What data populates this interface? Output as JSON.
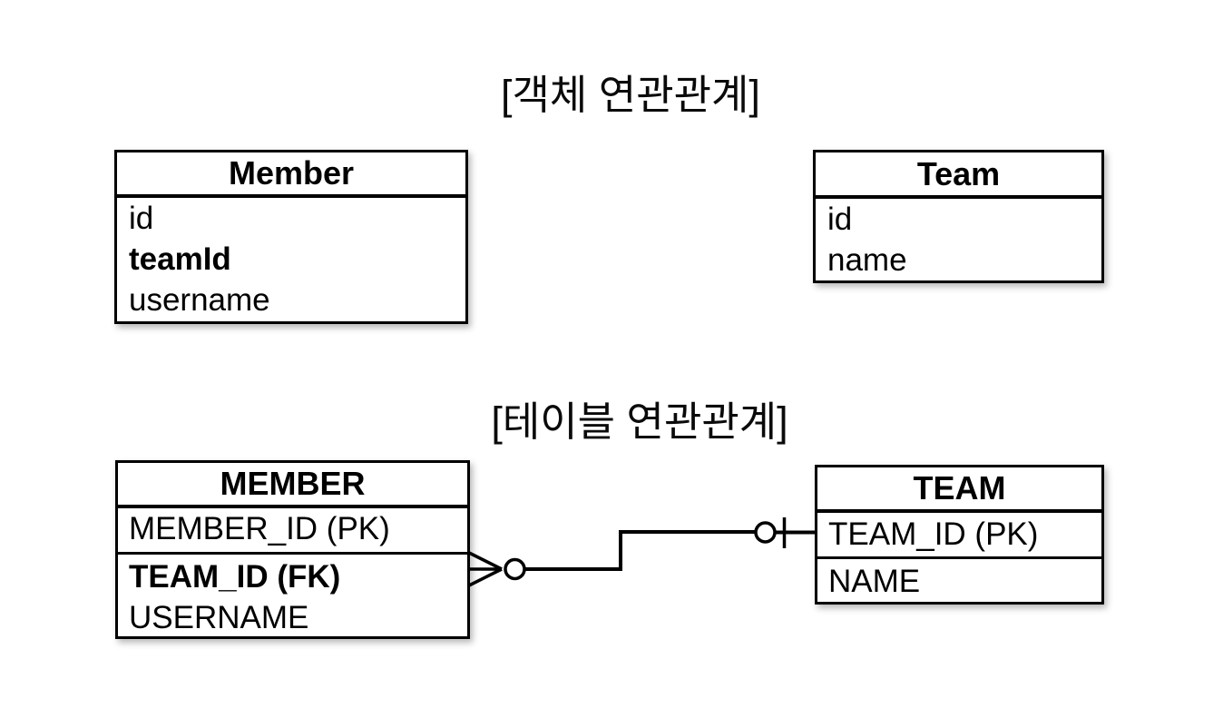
{
  "object_relation": {
    "title": "[객체 연관관계]",
    "member": {
      "name": "Member",
      "fields": [
        {
          "label": "id",
          "bold": false
        },
        {
          "label": "teamId",
          "bold": true
        },
        {
          "label": "username",
          "bold": false
        }
      ]
    },
    "team": {
      "name": "Team",
      "fields": [
        {
          "label": "id",
          "bold": false
        },
        {
          "label": "name",
          "bold": false
        }
      ]
    }
  },
  "table_relation": {
    "title": "[테이블 연관관계]",
    "member": {
      "name": "MEMBER",
      "sections": [
        {
          "rows": [
            {
              "label": "MEMBER_ID (PK)",
              "bold": false
            }
          ]
        },
        {
          "rows": [
            {
              "label": "TEAM_ID (FK)",
              "bold": true
            },
            {
              "label": "USERNAME",
              "bold": false
            }
          ]
        }
      ]
    },
    "team": {
      "name": "TEAM",
      "sections": [
        {
          "rows": [
            {
              "label": "TEAM_ID (PK)",
              "bold": false
            }
          ]
        },
        {
          "rows": [
            {
              "label": "NAME",
              "bold": false
            }
          ]
        }
      ]
    },
    "relationship": {
      "member_end": "zero-or-many",
      "team_end": "zero-or-one"
    }
  },
  "colors": {
    "background": "#ffffff",
    "line": "#000000",
    "text": "#000000"
  }
}
